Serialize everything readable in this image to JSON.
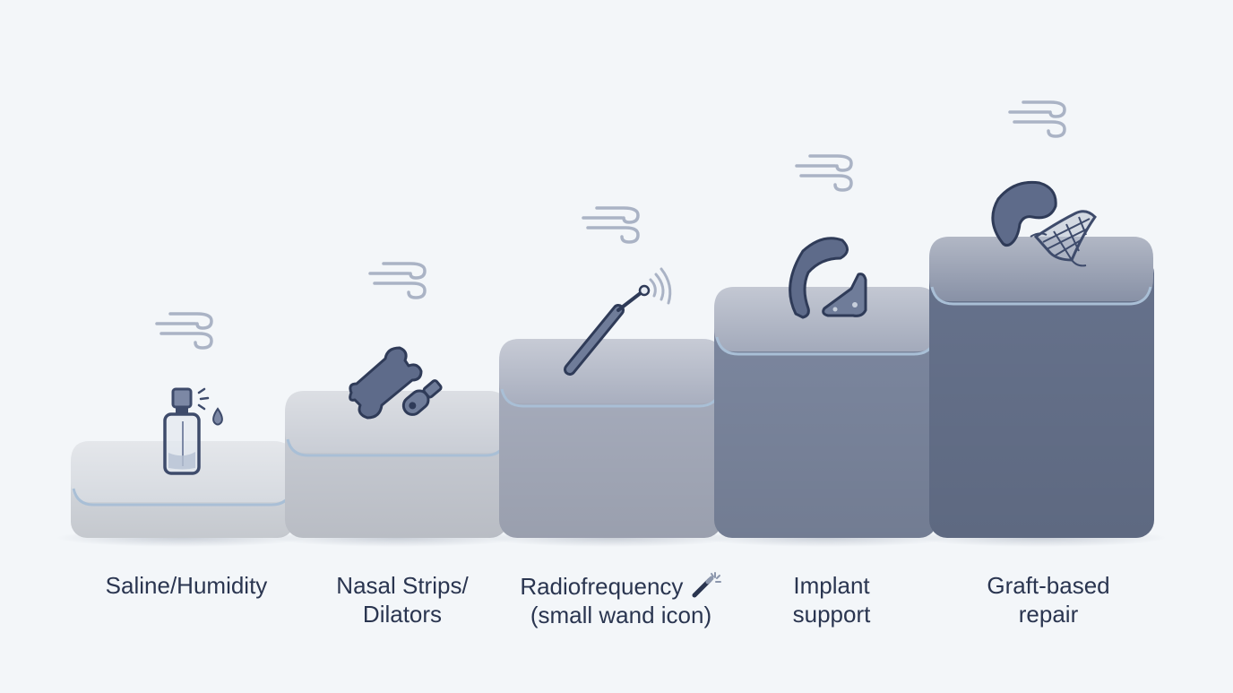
{
  "steps": [
    {
      "id": "saline",
      "label_lines": [
        "Saline/Humidity"
      ],
      "block_color": "#d6dae0",
      "icon": "spray-bottle-icon"
    },
    {
      "id": "strips",
      "label_lines": [
        "Nasal Strips/",
        "Dilators"
      ],
      "block_color": "#c9cdd5",
      "icon": "nasal-strip-dilator-icon"
    },
    {
      "id": "rf",
      "label_lines": [
        "Radiofrequency",
        "(small wand icon)"
      ],
      "block_color": "#a7adbd",
      "icon": "radiofrequency-wand-icon"
    },
    {
      "id": "implant",
      "label_lines": [
        "Implant",
        "support"
      ],
      "block_color": "#7c879f",
      "icon": "implant-icon"
    },
    {
      "id": "graft",
      "label_lines": [
        "Graft-based",
        "repair"
      ],
      "block_color": "#66728c",
      "icon": "graft-mesh-icon"
    }
  ],
  "colors": {
    "background": "#f3f6f9",
    "icon_stroke": "#3e4b6b",
    "icon_fill": "#7c88a5",
    "airflow": "#aab3c5",
    "rim": "#a9bfd6",
    "label_text": "#2a3550"
  }
}
